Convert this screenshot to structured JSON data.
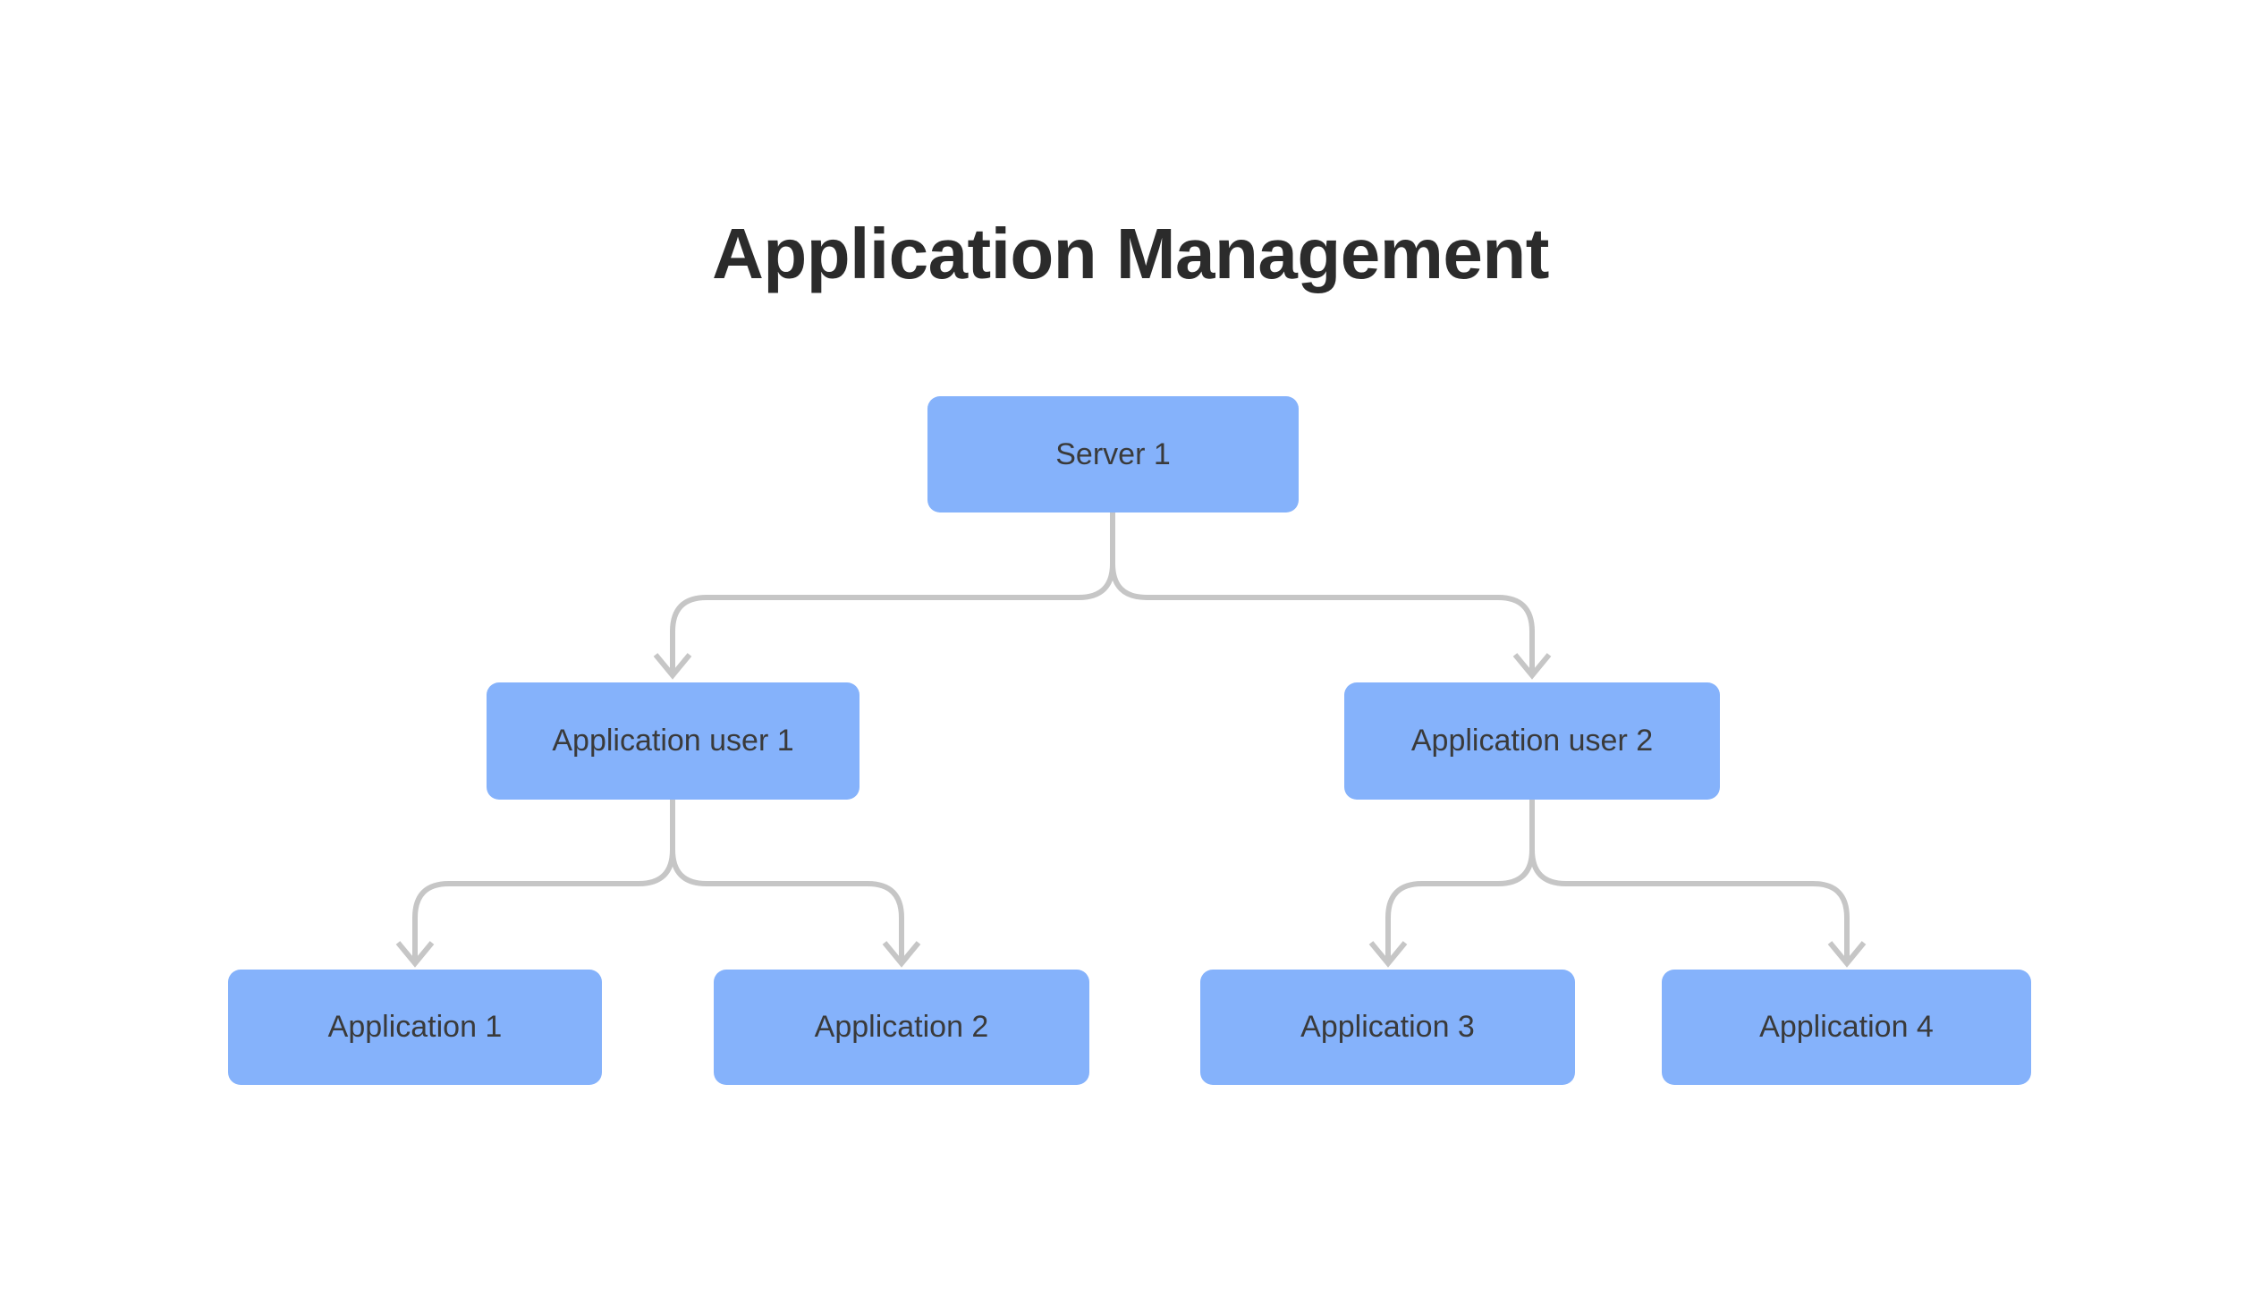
{
  "title": {
    "text": "Application Management"
  },
  "diagram": {
    "nodes": [
      {
        "id": "server-1",
        "label": "Server 1",
        "level": 1
      },
      {
        "id": "application-user-1",
        "label": "Application user 1",
        "level": 2
      },
      {
        "id": "application-user-2",
        "label": "Application user 2",
        "level": 2
      },
      {
        "id": "application-1",
        "label": "Application 1",
        "level": 3
      },
      {
        "id": "application-2",
        "label": "Application 2",
        "level": 3
      },
      {
        "id": "application-3",
        "label": "Application 3",
        "level": 3
      },
      {
        "id": "application-4",
        "label": "Application 4",
        "level": 3
      }
    ],
    "edges": [
      {
        "from": "server-1",
        "to": "application-user-1"
      },
      {
        "from": "server-1",
        "to": "application-user-2"
      },
      {
        "from": "application-user-1",
        "to": "application-1"
      },
      {
        "from": "application-user-1",
        "to": "application-2"
      },
      {
        "from": "application-user-2",
        "to": "application-3"
      },
      {
        "from": "application-user-2",
        "to": "application-4"
      }
    ],
    "colors": {
      "node_fill": "#85b2fb",
      "node_text": "#3a3a3a",
      "connector": "#c6c6c6",
      "title_text": "#2b2b2b",
      "background": "#ffffff"
    }
  }
}
